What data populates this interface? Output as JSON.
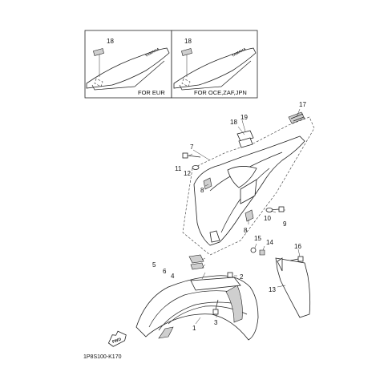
{
  "diagram": {
    "inset_left_caption": "FOR EUR",
    "inset_right_caption": "FOR OCE,ZAF,JPN",
    "seat_text": "YAMAHA",
    "fwd_text": "FWD",
    "drawing_code": "1P8S100-K170",
    "callouts": {
      "c1": "1",
      "c2": "2",
      "c3": "3",
      "c4": "4",
      "c5": "5",
      "c6": "6",
      "c7": "7",
      "c8a": "8",
      "c8b": "8",
      "c9": "9",
      "c10": "10",
      "c11": "11",
      "c12": "12",
      "c13": "13",
      "c14": "14",
      "c15": "15",
      "c16": "16",
      "c17": "17",
      "c18a": "18",
      "c18b": "18",
      "c18c": "18",
      "c19": "19"
    }
  }
}
